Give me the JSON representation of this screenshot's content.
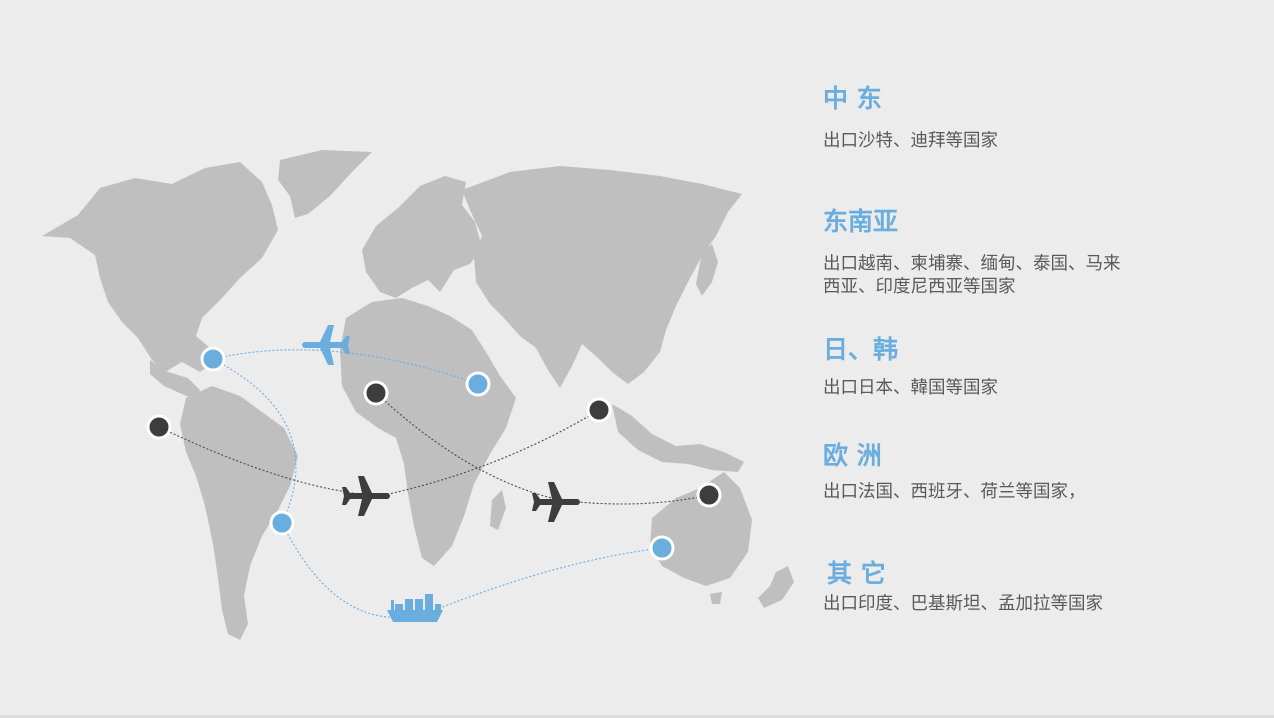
{
  "regions": [
    {
      "title": "中 东",
      "desc": "出口沙特、迪拜等国家"
    },
    {
      "title": "东南亚",
      "desc": "出口越南、柬埔寨、缅甸、泰国、马来西亚、印度尼西亚等国家"
    },
    {
      "title": "日、韩",
      "desc": "出口日本、韓国等国家"
    },
    {
      "title": "欧 洲",
      "desc": "出口法国、西班牙、荷兰等国家，"
    },
    {
      "title": "其 它",
      "desc": "出口印度、巴基斯坦、孟加拉等国家"
    }
  ],
  "colors": {
    "accent": "#6aaee0",
    "dark_marker": "#3d3d3d",
    "land": "#bfbfbf",
    "background": "#ececec"
  },
  "icons": [
    "airplane-icon",
    "cargo-ship-icon",
    "location-marker-icon"
  ]
}
